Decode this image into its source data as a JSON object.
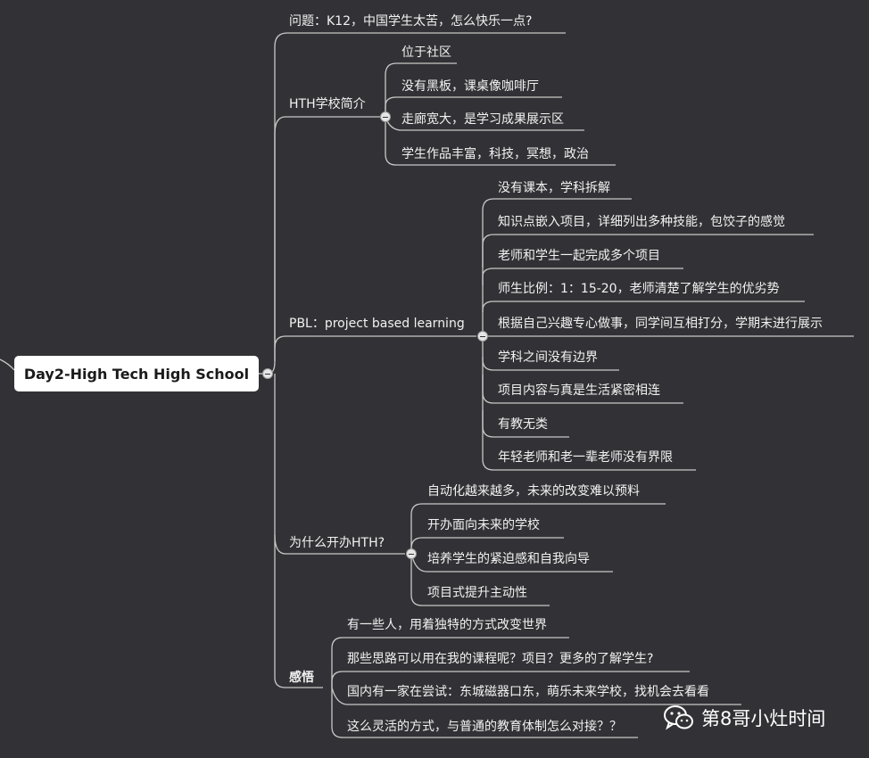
{
  "root": {
    "title": "Day2-High Tech High School"
  },
  "branches": [
    {
      "label": "问题：K12，中国学生太苦，怎么快乐一点?",
      "children": []
    },
    {
      "label": "HTH学校简介",
      "children": [
        "位于社区",
        "没有黑板，课桌像咖啡厅",
        "走廊宽大，是学习成果展示区",
        "学生作品丰富，科技，冥想，政治"
      ]
    },
    {
      "label": "PBL：project based learning",
      "children": [
        "没有课本，学科拆解",
        "知识点嵌入项目，详细列出多种技能，包饺子的感觉",
        "老师和学生一起完成多个项目",
        "师生比例：1：15-20，老师清楚了解学生的优劣势",
        "根据自己兴趣专心做事，同学间互相打分，学期末进行展示",
        "学科之间没有边界",
        "项目内容与真是生活紧密相连",
        "有教无类",
        "年轻老师和老一辈老师没有界限"
      ]
    },
    {
      "label": "为什么开办HTH?",
      "children": [
        "自动化越来越多，未来的改变难以预料",
        "开办面向未来的学校",
        "培养学生的紧迫感和自我向导",
        "项目式提升主动性"
      ]
    },
    {
      "label": "感悟",
      "children": [
        "有一些人，用着独特的方式改变世界",
        "那些思路可以用在我的课程呢？项目？更多的了解学生?",
        "国内有一家在尝试：东城磁器口东，萌乐未来学校，找机会去看看",
        "这么灵活的方式，与普通的教育体制怎么对接？？"
      ]
    }
  ],
  "watermark": {
    "text": "第8哥小灶时间",
    "icon": "wechat-icon"
  },
  "colors": {
    "background": "#323236",
    "line": "#c8c8c8",
    "text": "#f2f2f2",
    "root_fill": "#ffffff"
  }
}
